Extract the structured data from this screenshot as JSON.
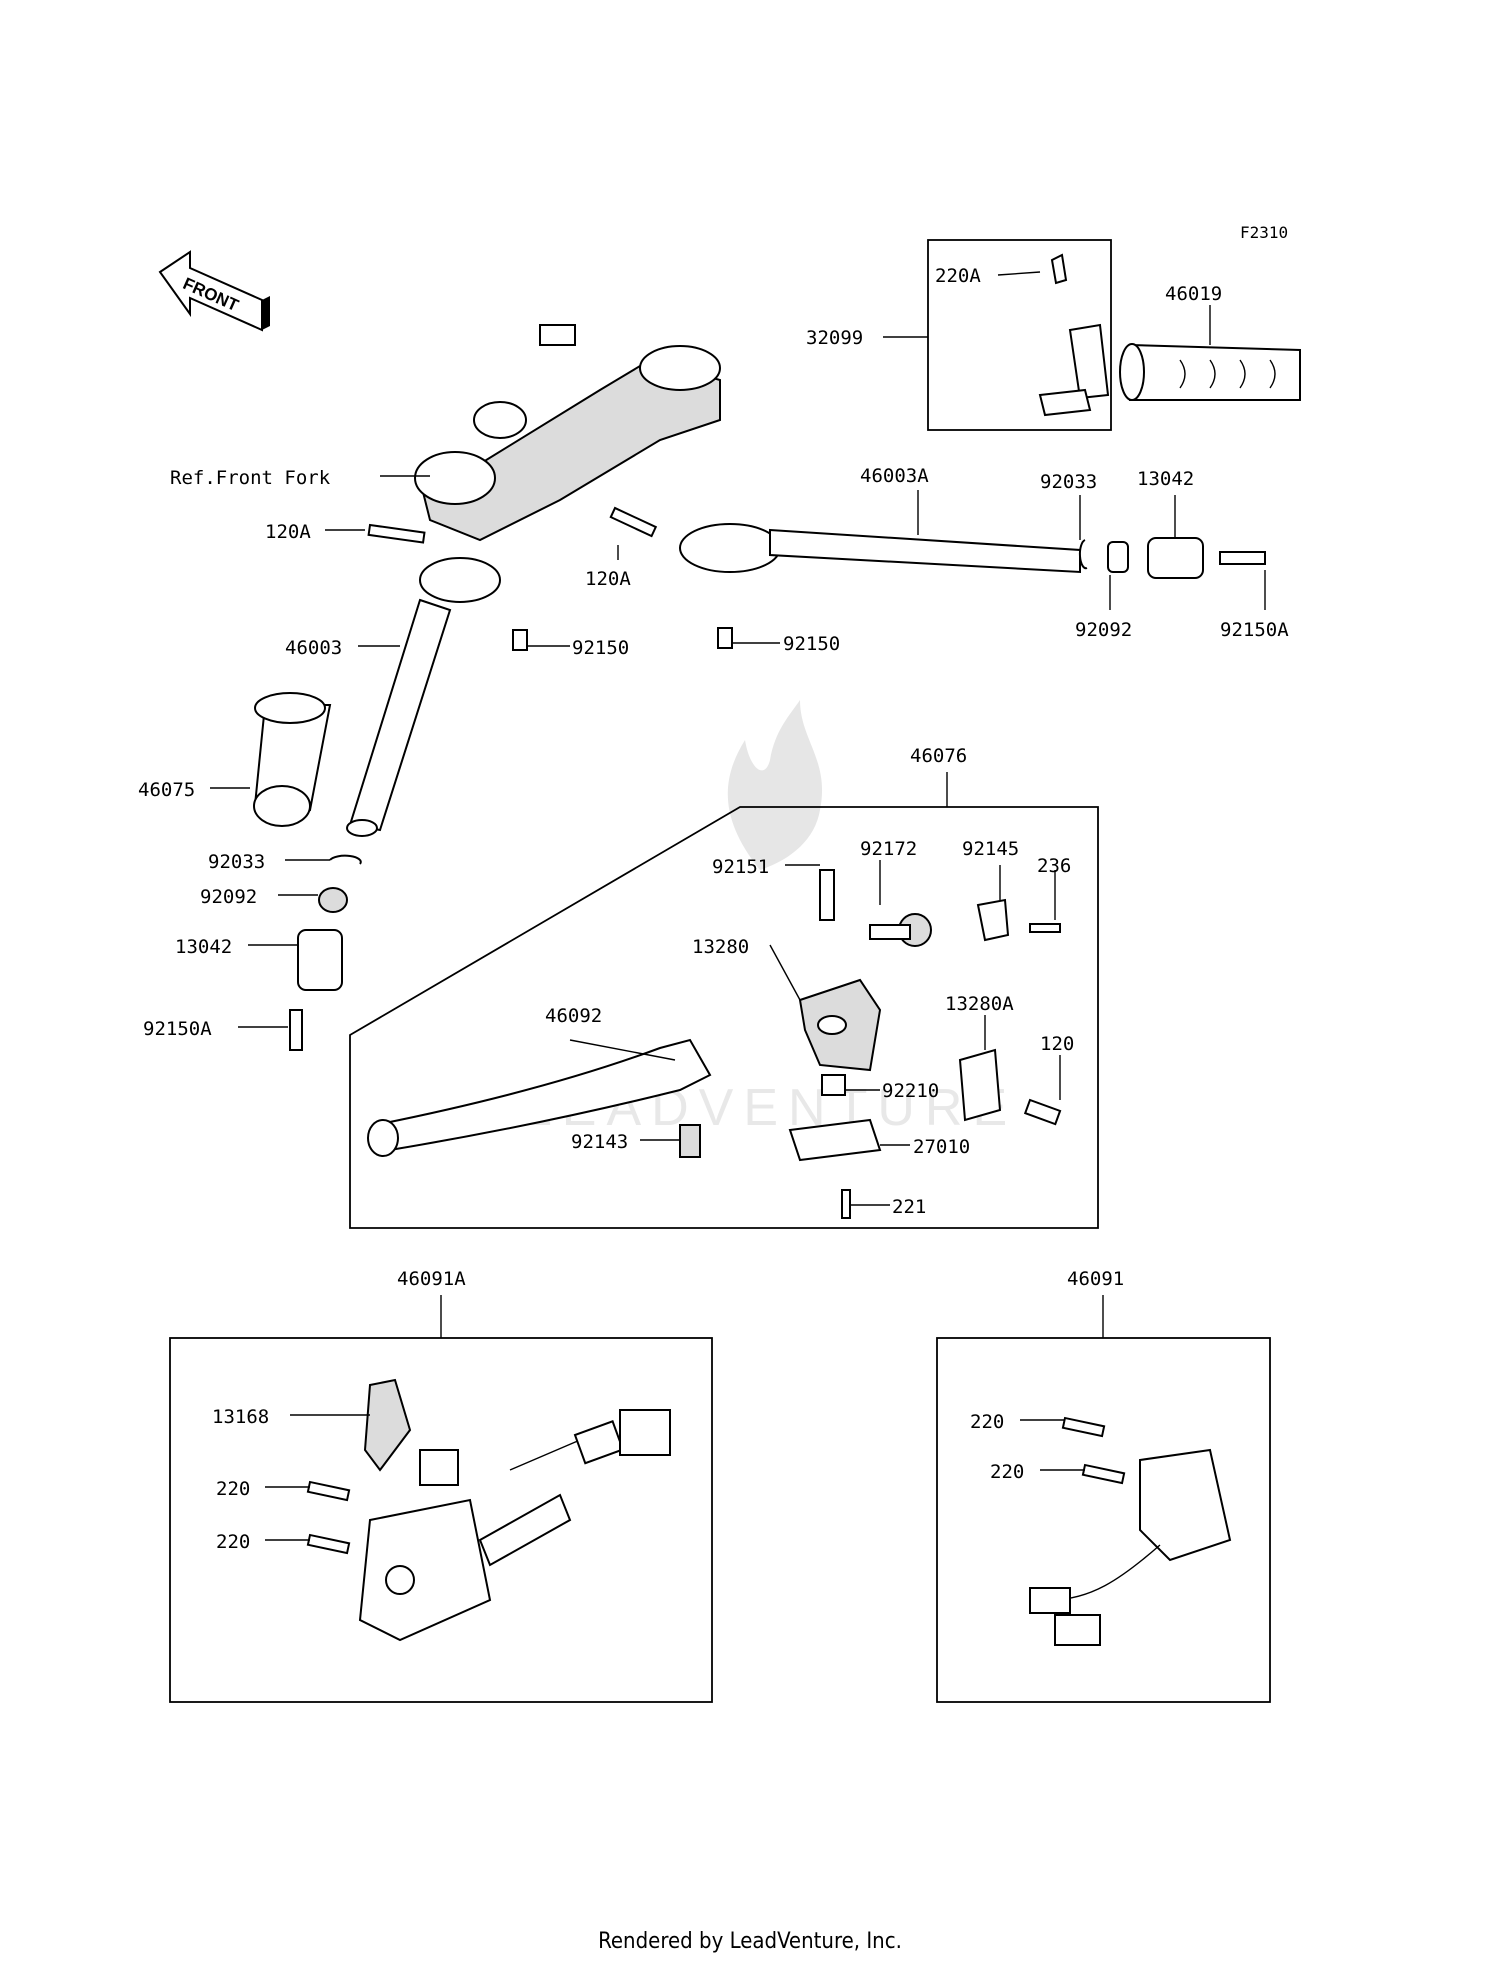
{
  "diagram_code": "F2310",
  "front_arrow": "FRONT",
  "footer": "Rendered by LeadVenture, Inc.",
  "watermark": "LEADVENTURE",
  "labels": {
    "ref_front_fork": "Ref.Front Fork",
    "p220A": "220A",
    "p32099": "32099",
    "p46019": "46019",
    "p46003A": "46003A",
    "p92033_r": "92033",
    "p13042_r": "13042",
    "p92092_r": "92092",
    "p92150A_r": "92150A",
    "p120A_l": "120A",
    "p120A_c": "120A",
    "p92150_l": "92150",
    "p92150_c": "92150",
    "p46003": "46003",
    "p46075": "46075",
    "p92033_l": "92033",
    "p92092_l": "92092",
    "p13042_l": "13042",
    "p92150A_l": "92150A",
    "p46076": "46076",
    "p92151": "92151",
    "p92172": "92172",
    "p92145": "92145",
    "p236": "236",
    "p13280": "13280",
    "p13280A": "13280A",
    "p120": "120",
    "p46092": "46092",
    "p92210": "92210",
    "p92143": "92143",
    "p27010": "27010",
    "p221": "221",
    "p46091A": "46091A",
    "p13168": "13168",
    "p220_a1": "220",
    "p220_a2": "220",
    "p46091": "46091",
    "p220_b1": "220",
    "p220_b2": "220"
  }
}
